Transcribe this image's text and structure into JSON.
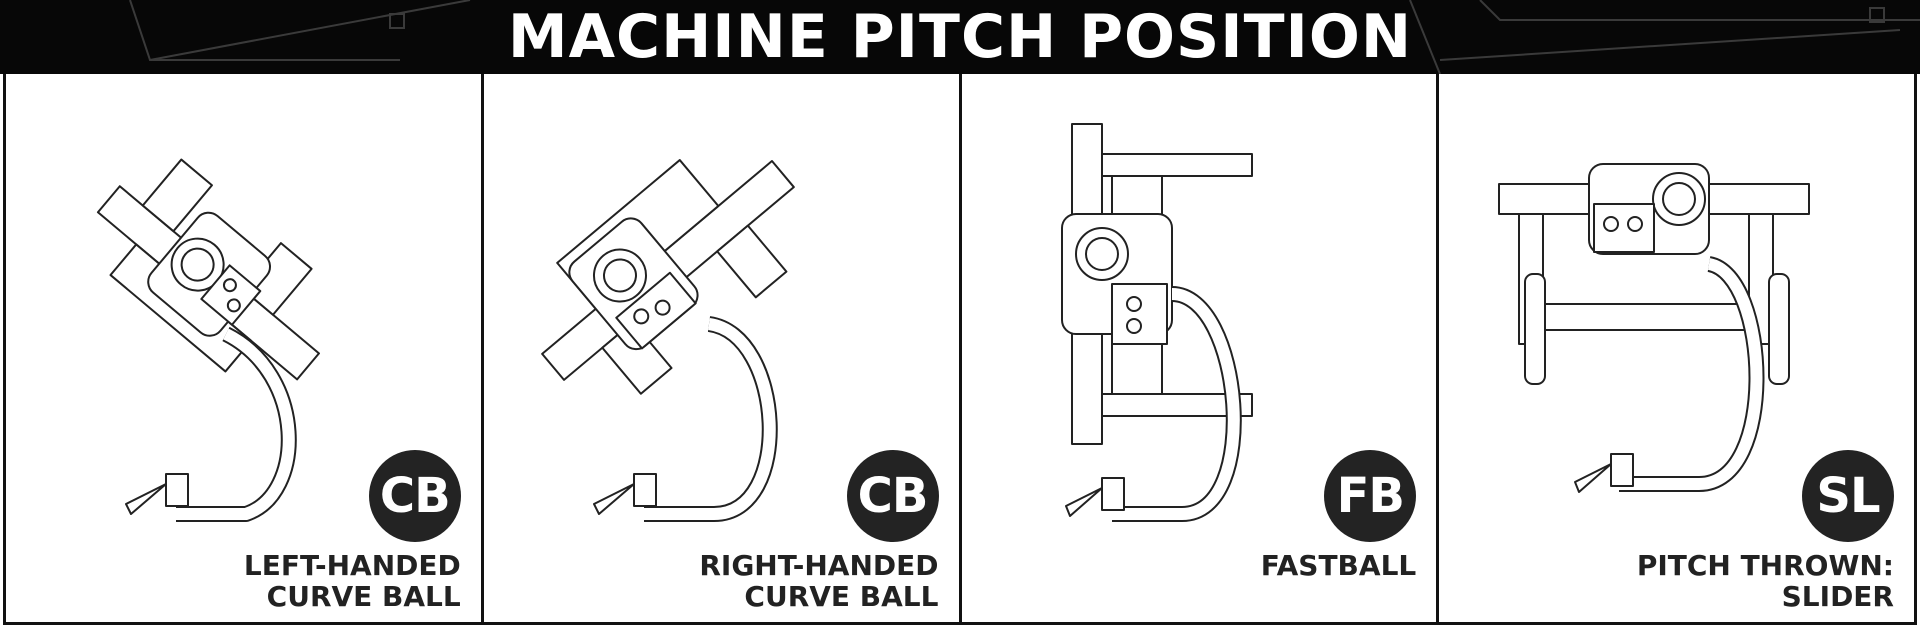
{
  "header": {
    "title": "MACHINE PITCH POSITION"
  },
  "panels": [
    {
      "badge": "CB",
      "caption": [
        "LEFT-HANDED",
        "CURVE BALL"
      ]
    },
    {
      "badge": "CB",
      "caption": [
        "RIGHT-HANDED",
        "CURVE BALL"
      ]
    },
    {
      "badge": "FB",
      "caption": [
        "FASTBALL"
      ]
    },
    {
      "badge": "SL",
      "caption": [
        "PITCH THROWN:",
        "SLIDER"
      ]
    }
  ],
  "colors": {
    "header_bg": "#070707",
    "badge_bg": "#232323",
    "line": "#111111"
  }
}
